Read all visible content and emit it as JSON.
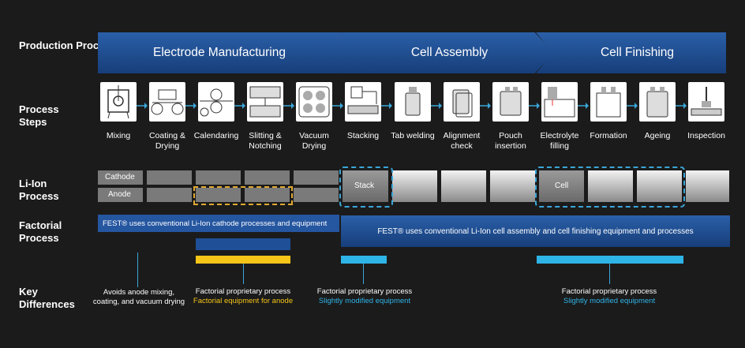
{
  "rows": {
    "production": "Production Process",
    "steps": "Process Steps",
    "liion": "Li-Ion Process",
    "factorial": "Factorial Process",
    "key": "Key Differences"
  },
  "phases": [
    "Electrode Manufacturing",
    "Cell Assembly",
    "Cell Finishing"
  ],
  "steps": [
    {
      "label": "Mixing",
      "icon": "mixing-icon"
    },
    {
      "label": "Coating & Drying",
      "icon": "coating-icon"
    },
    {
      "label": "Calendaring",
      "icon": "calendaring-icon"
    },
    {
      "label": "Slitting & Notching",
      "icon": "slitting-icon"
    },
    {
      "label": "Vacuum Drying",
      "icon": "vacuum-drying-icon"
    },
    {
      "label": "Stacking",
      "icon": "stacking-icon"
    },
    {
      "label": "Tab welding",
      "icon": "tab-welding-icon"
    },
    {
      "label": "Alignment check",
      "icon": "alignment-icon"
    },
    {
      "label": "Pouch insertion",
      "icon": "pouch-icon"
    },
    {
      "label": "Electrolyte filling",
      "icon": "electrolyte-icon"
    },
    {
      "label": "Formation",
      "icon": "formation-icon"
    },
    {
      "label": "Ageing",
      "icon": "ageing-icon"
    },
    {
      "label": "Inspection",
      "icon": "inspection-icon"
    }
  ],
  "liion": {
    "cathode": "Cathode",
    "anode": "Anode",
    "stack": "Stack",
    "cell": "Cell"
  },
  "factorial": {
    "cathode_text": "FEST® uses conventional Li-Ion cathode processes and equipment",
    "cell_text": "FEST® uses conventional Li-Ion cell assembly and cell finishing equipment and processes"
  },
  "key": {
    "k1": "Avoids anode mixing, coating, and vacuum drying",
    "k2a": "Factorial proprietary process",
    "k2b": "Factorial equipment for anode",
    "k3a": "Factorial proprietary process",
    "k3b": "Slightly modified equipment",
    "k4a": "Factorial proprietary process",
    "k4b": "Slightly modified equipment"
  },
  "colors": {
    "blue": "#2fb4e8",
    "yellow": "#f5c518",
    "navy": "#1f4f96"
  }
}
